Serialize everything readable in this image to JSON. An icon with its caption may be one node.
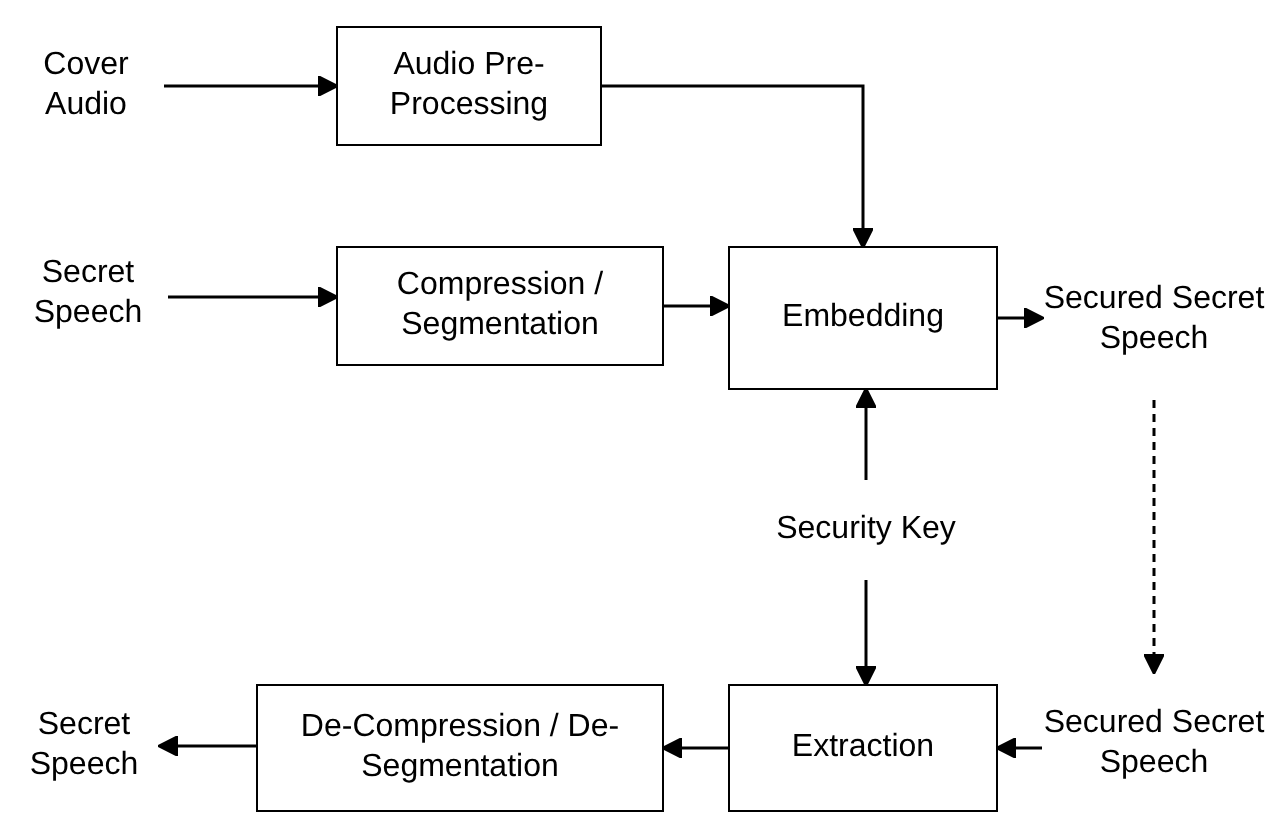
{
  "diagram": {
    "nodes": [
      {
        "text": [
          "Cover Audio"
        ]
      },
      {
        "text": [
          "Audio Pre-Processing"
        ]
      },
      {
        "text": [
          "Secret Speech"
        ]
      },
      {
        "text": [
          "Compression / Segmentation"
        ]
      },
      {
        "text": [
          "Embedding"
        ]
      },
      {
        "text": [
          "Secured Secret Speech"
        ]
      },
      {
        "text": [
          "Security Key"
        ]
      },
      {
        "text": [
          "Secured Secret Speech"
        ]
      },
      {
        "text": [
          "Extraction"
        ]
      },
      {
        "text": [
          "De-Compression / De-Segmentation"
        ]
      },
      {
        "text": [
          "Secret Speech"
        ]
      }
    ],
    "edges": [
      {
        "from": 0,
        "to": 1,
        "arrow": "to"
      },
      {
        "from": 1,
        "to": 4,
        "arrow": "to"
      },
      {
        "from": 2,
        "to": 3,
        "arrow": "to"
      },
      {
        "from": 3,
        "to": 4,
        "arrow": "to"
      },
      {
        "from": 4,
        "to": 5,
        "arrow": "to"
      },
      {
        "from": 5,
        "to": 7,
        "arrow": "to",
        "style": "dashed"
      },
      {
        "from": 6,
        "to": 4,
        "arrow": "to"
      },
      {
        "from": 6,
        "to": 8,
        "arrow": "to"
      },
      {
        "from": 7,
        "to": 8,
        "arrow": "to"
      },
      {
        "from": 8,
        "to": 9,
        "arrow": "to"
      },
      {
        "from": 9,
        "to": 10,
        "arrow": "to"
      }
    ]
  }
}
